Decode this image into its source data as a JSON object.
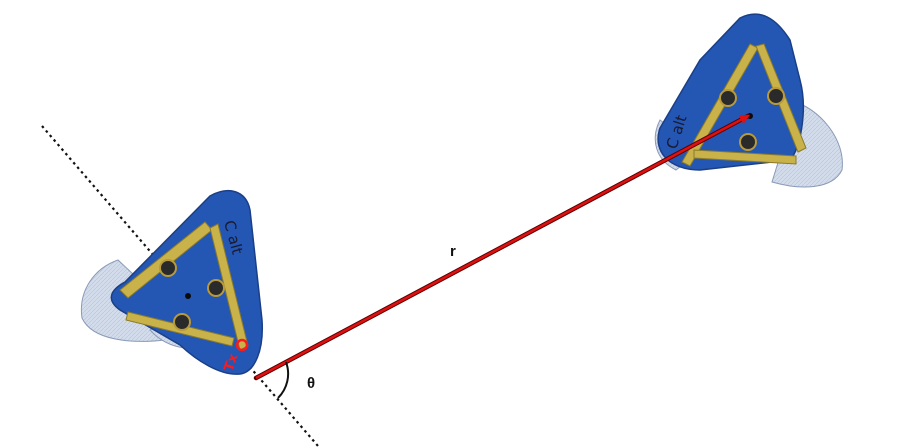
{
  "labels": {
    "distance": "r",
    "angle": "θ"
  },
  "robots": {
    "left": {
      "handwriting": "C alt",
      "marker": "Tx"
    },
    "right": {
      "handwriting": "C alt"
    }
  },
  "colors": {
    "vector": "#e01010",
    "body": "#2456b4",
    "fabric": "#cfd8e6",
    "board": "#c9b24a",
    "reference_line": "#111111"
  },
  "icons": {
    "left_robot": "triangle-robot-icon",
    "right_robot": "triangle-robot-icon",
    "vector_arrow": "arrow-head-icon"
  }
}
